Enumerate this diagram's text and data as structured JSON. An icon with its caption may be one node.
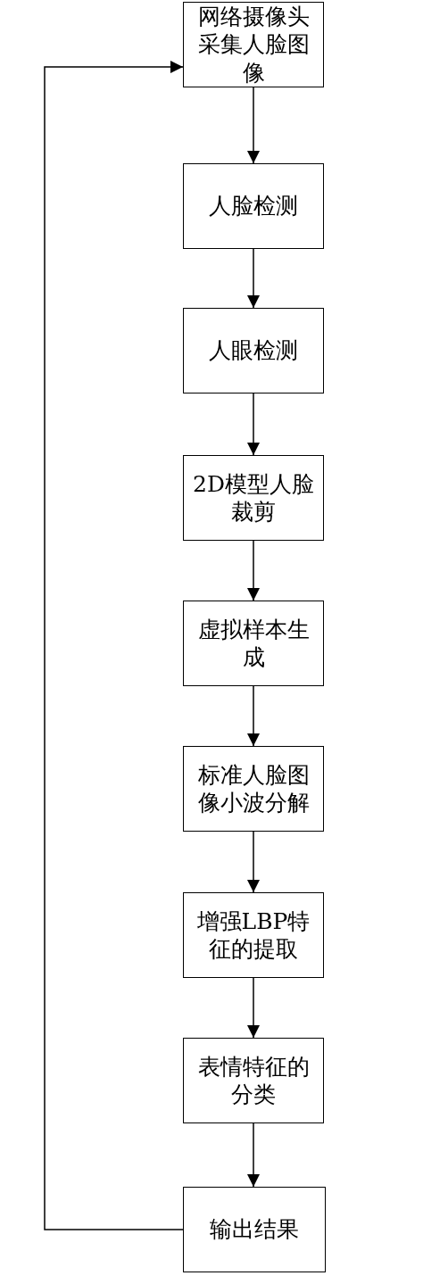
{
  "diagram": {
    "nodes": [
      {
        "text": [
          "网络摄像头采集人脸图像"
        ]
      },
      {
        "text": [
          "人脸检测"
        ]
      },
      {
        "text": [
          "人眼检测"
        ]
      },
      {
        "text": [
          "2D模型人脸裁剪"
        ]
      },
      {
        "text": [
          "虚拟样本生成"
        ]
      },
      {
        "text": [
          "标准人脸图像小波分解"
        ]
      },
      {
        "text": [
          "增强LBP特征的提取"
        ]
      },
      {
        "text": [
          "表情特征的分类"
        ]
      },
      {
        "text": [
          "输出结果"
        ]
      }
    ],
    "edges": [
      {
        "from": 0,
        "to": 1,
        "arrow": "to"
      },
      {
        "from": 1,
        "to": 2,
        "arrow": "to"
      },
      {
        "from": 2,
        "to": 3,
        "arrow": "to"
      },
      {
        "from": 3,
        "to": 4,
        "arrow": "to"
      },
      {
        "from": 4,
        "to": 5,
        "arrow": "to"
      },
      {
        "from": 5,
        "to": 6,
        "arrow": "to"
      },
      {
        "from": 6,
        "to": 7,
        "arrow": "to"
      },
      {
        "from": 7,
        "to": 8,
        "arrow": "to"
      },
      {
        "from": 8,
        "to": 0,
        "arrow": "to"
      }
    ]
  }
}
